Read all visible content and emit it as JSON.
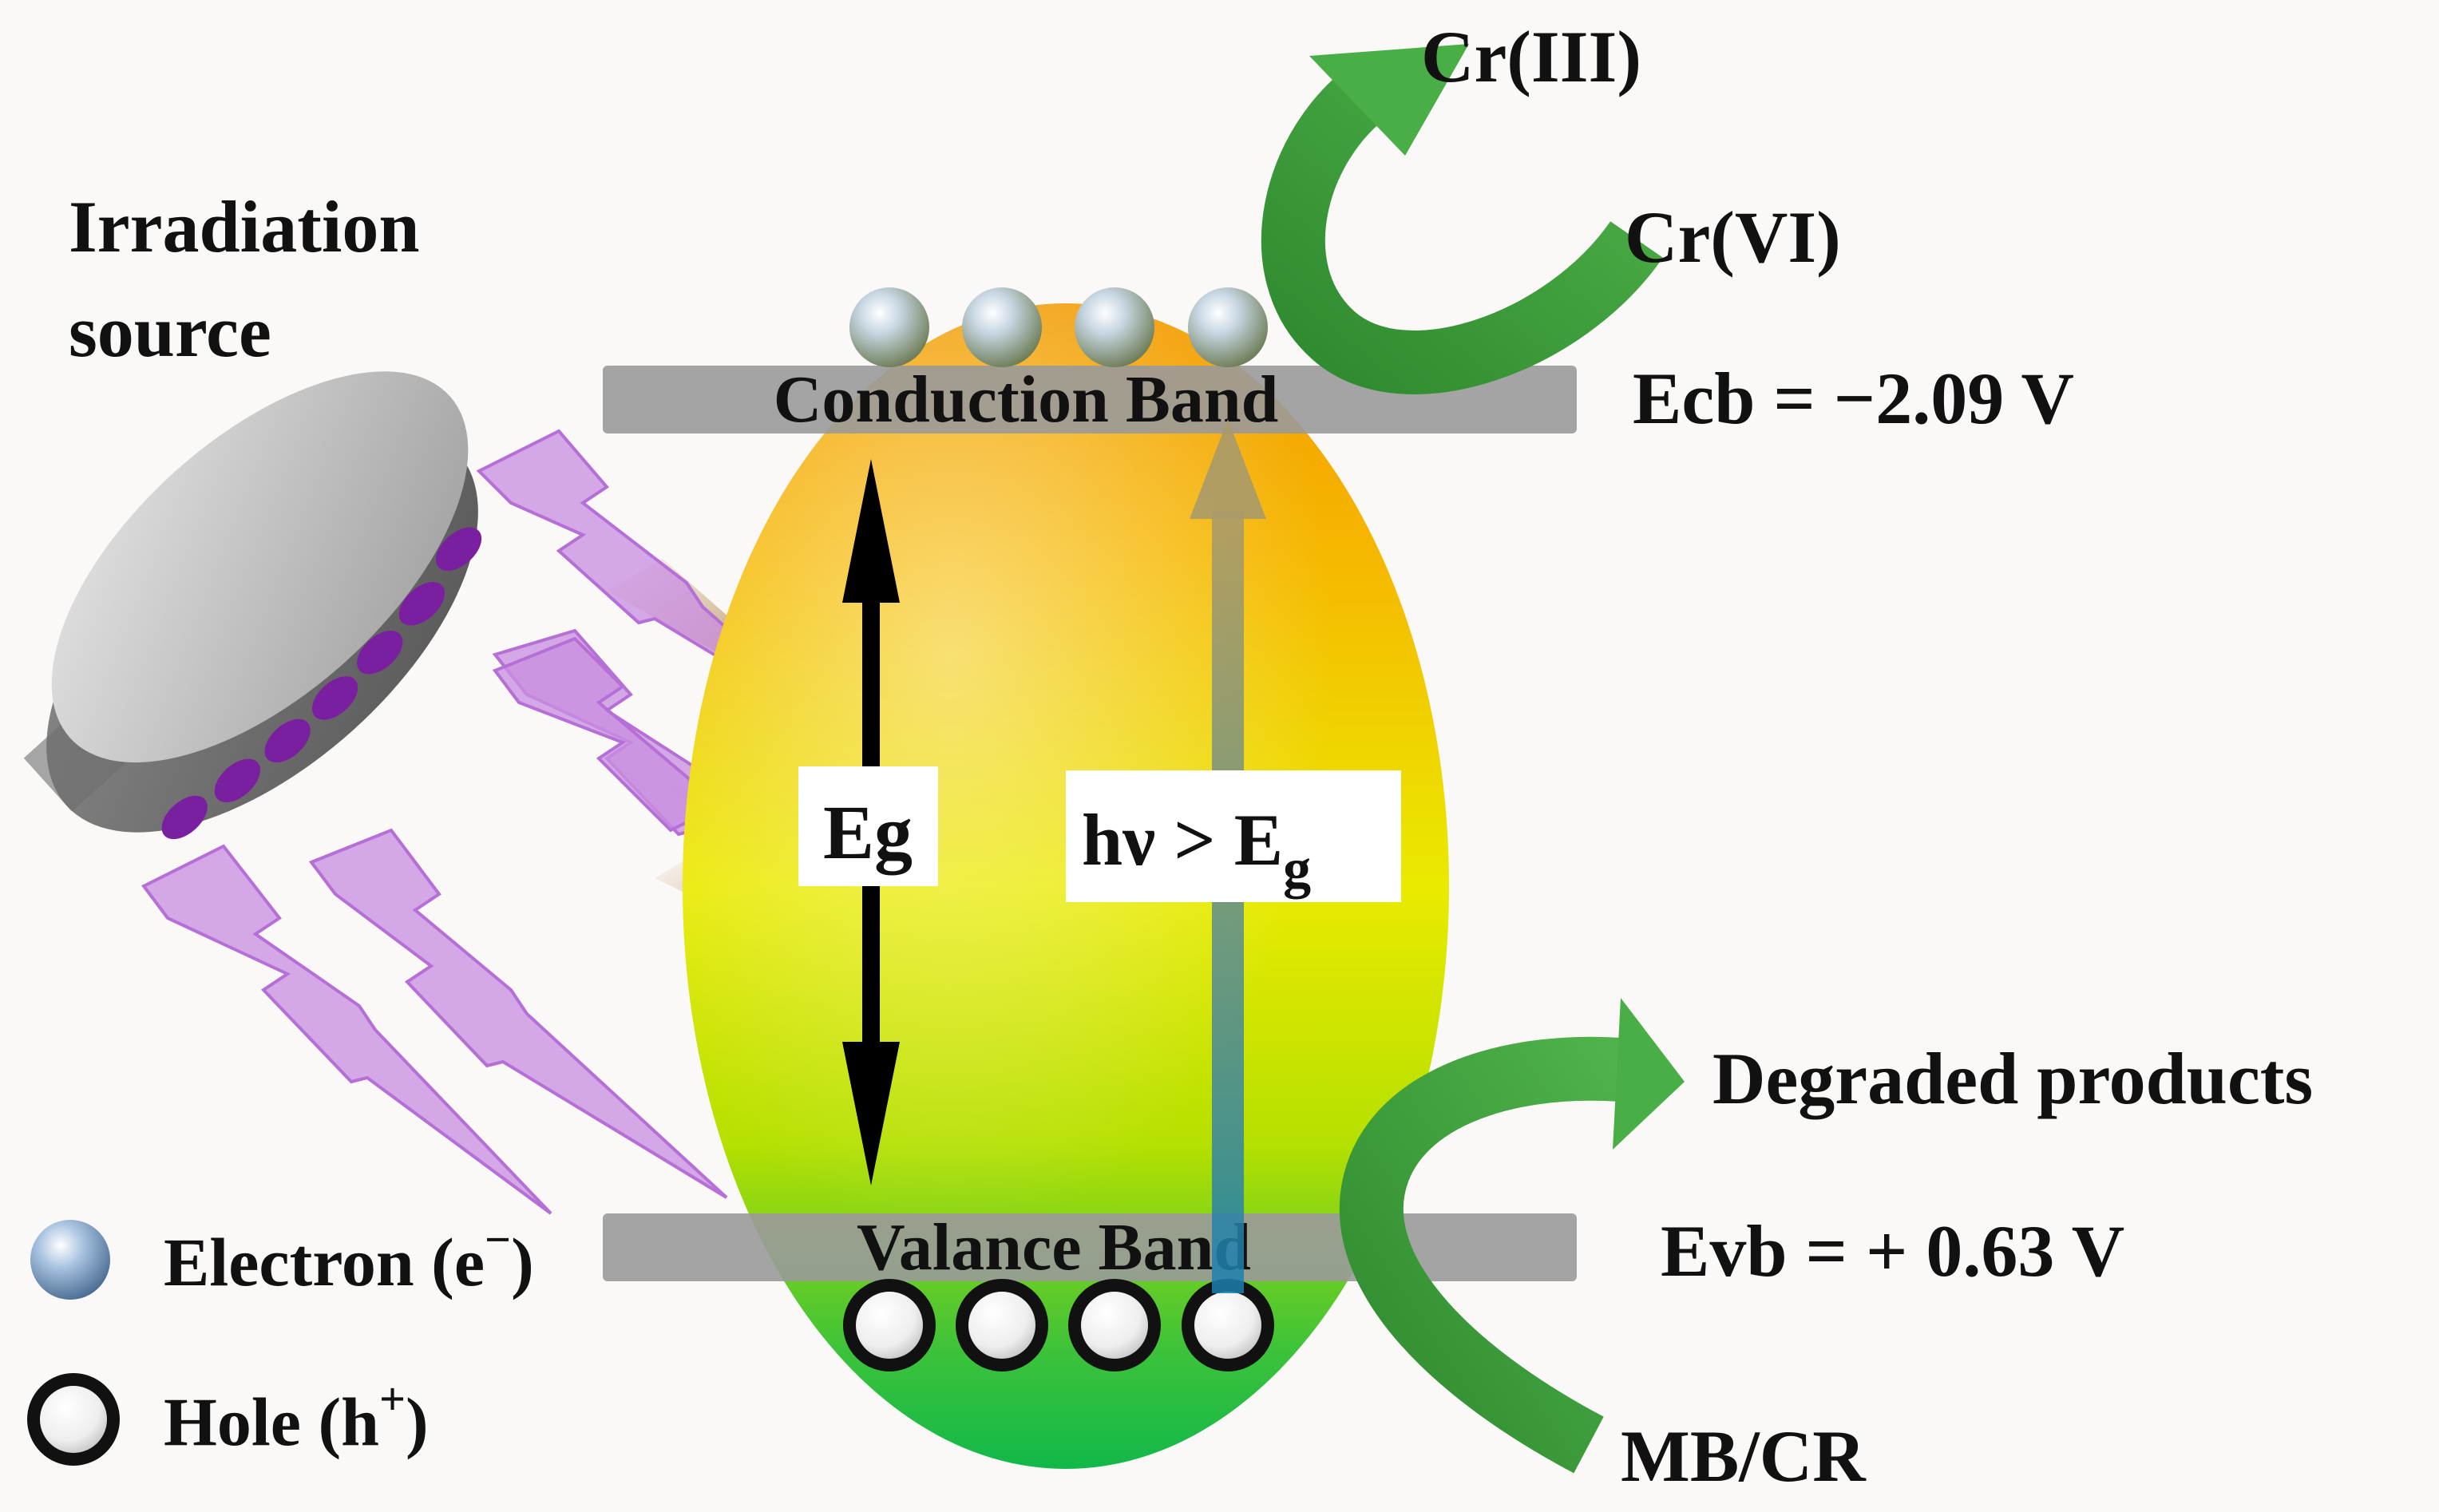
{
  "labels": {
    "irradiation_line1": "Irradiation",
    "irradiation_line2": "source",
    "conduction_band": "Conduction Band",
    "valance_band": "Valance Band",
    "eg": "Eg",
    "hv_main": "hν > E",
    "hv_sub": "g",
    "cr3": "Cr(III)",
    "cr6": "Cr(VI)",
    "ecb": "Ecb = −2.09 V",
    "evb": "Evb = + 0.63 V",
    "degraded": "Degraded products",
    "mbcr": "MB/CR",
    "legend_electron": "Electron (e",
    "legend_electron_sup": "−",
    "legend_electron_close": ")",
    "legend_hole": "Hole (h",
    "legend_hole_sup": "+",
    "legend_hole_close": ")"
  },
  "colors": {
    "background": "#fbf8f8",
    "band_bar": "#9a9a9a",
    "arrow_green": "#3f9a3a",
    "lightning": "#c98fe0",
    "lamp_led": "#7a1fa0",
    "particle_top": "#f2a400",
    "particle_middle": "#e8e800",
    "particle_bottom": "#12b84a"
  },
  "icons": {
    "lamp": "lamp-icon",
    "electron": "electron-sphere-icon",
    "hole": "hole-circle-icon",
    "lightning": "lightning-bolt-icon",
    "reaction_arrow": "curved-arrow-icon"
  }
}
